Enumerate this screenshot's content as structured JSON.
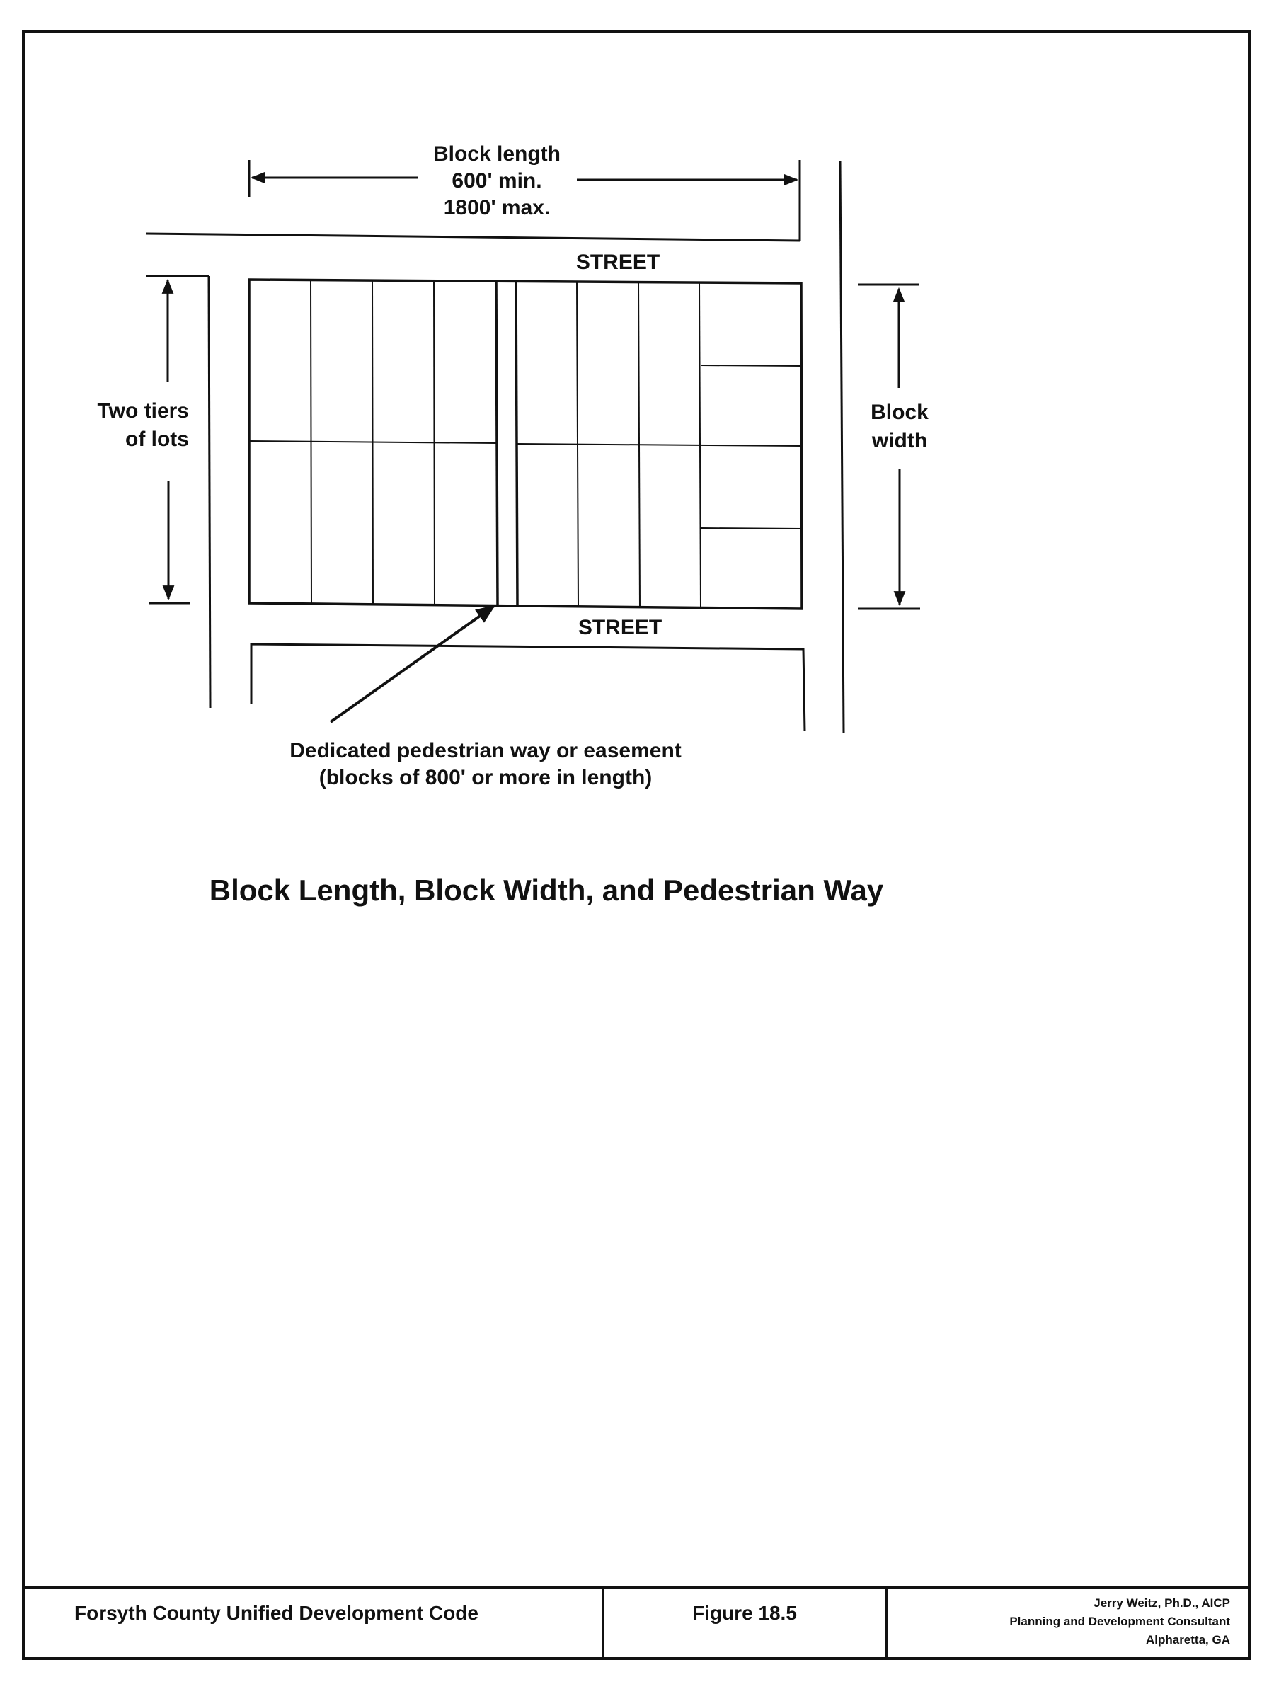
{
  "diagram": {
    "block_length_label": "Block length",
    "block_length_min": "600' min.",
    "block_length_max": "1800' max.",
    "street_top": "STREET",
    "street_bottom": "STREET",
    "tiers_line1": "Two tiers",
    "tiers_line2": "of lots",
    "block_width_line1": "Block",
    "block_width_line2": "width",
    "pedestrian_line1": "Dedicated pedestrian way or easement",
    "pedestrian_line2": "(blocks of 800' or more in length)"
  },
  "figure_title": "Block Length, Block Width, and Pedestrian Way",
  "footer": {
    "code_name": "Forsyth County Unified Development Code",
    "figure_number": "Figure 18.5",
    "author": "Jerry Weitz, Ph.D., AICP",
    "author_role": "Planning and Development Consultant",
    "author_location": "Alpharetta, GA"
  }
}
